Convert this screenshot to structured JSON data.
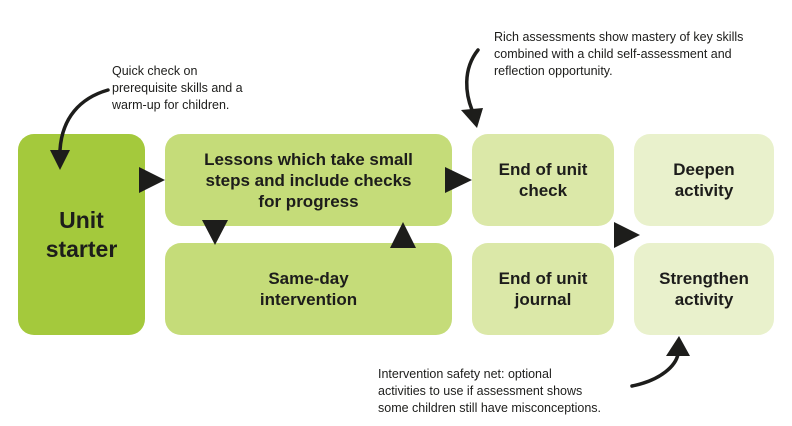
{
  "colors": {
    "dark_green": "#a4c93c",
    "mid_green": "#c5dc79",
    "light_green": "#dbe8a8",
    "pale_green": "#e9f1cc",
    "arrow": "#1d1d1b"
  },
  "boxes": {
    "unit_starter": "Unit\nstarter",
    "lessons": "Lessons which take small\nsteps and include checks\nfor progress",
    "same_day": "Same-day\nintervention",
    "end_check": "End of unit\ncheck",
    "end_journal": "End of unit\njournal",
    "deepen": "Deepen\nactivity",
    "strengthen": "Strengthen\nactivity"
  },
  "notes": {
    "quick_check": "Quick check on\nprerequisite skills and a\nwarm-up for children.",
    "rich_assessments": "Rich assessments show mastery of key skills\ncombined with a child self-assessment and\nreflection opportunity.",
    "safety_net": "Intervention safety net: optional\nactivities to use if assessment shows\nsome children still have misconceptions."
  }
}
